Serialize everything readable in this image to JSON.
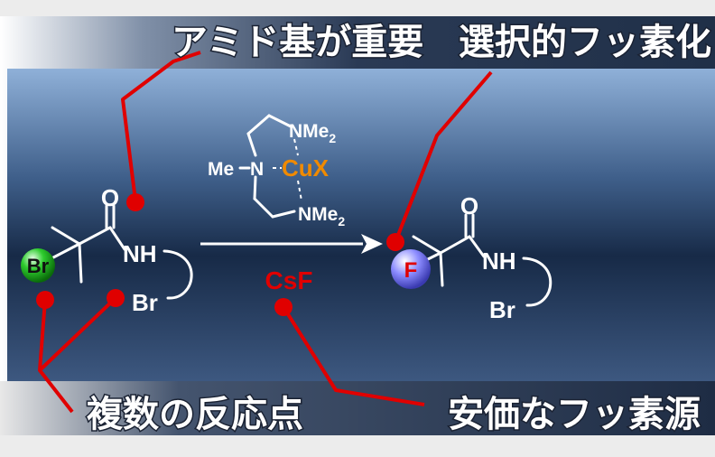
{
  "annotations": {
    "amide": "アミド基が重要",
    "selective": "選択的フッ素化",
    "multiple_sites": "複数の反応点",
    "cheap_source": "安価なフッ素源"
  },
  "reagents": {
    "fluoride": "CsF",
    "catalyst_metal": "CuX",
    "ligand_nme2_top": "NMe",
    "ligand_nme2_bottom": "NMe",
    "subscript_2": "2",
    "ligand_me": "Me",
    "ligand_n": "N"
  },
  "atoms": {
    "oxygen": "O",
    "nh": "NH",
    "bromine": "Br",
    "fluorine": "F"
  },
  "colors": {
    "callout_red": "#e00000",
    "copper_orange": "#f08a00",
    "bromine_sphere": "#2ecc2e",
    "fluorine_sphere": "#8c8cff"
  }
}
